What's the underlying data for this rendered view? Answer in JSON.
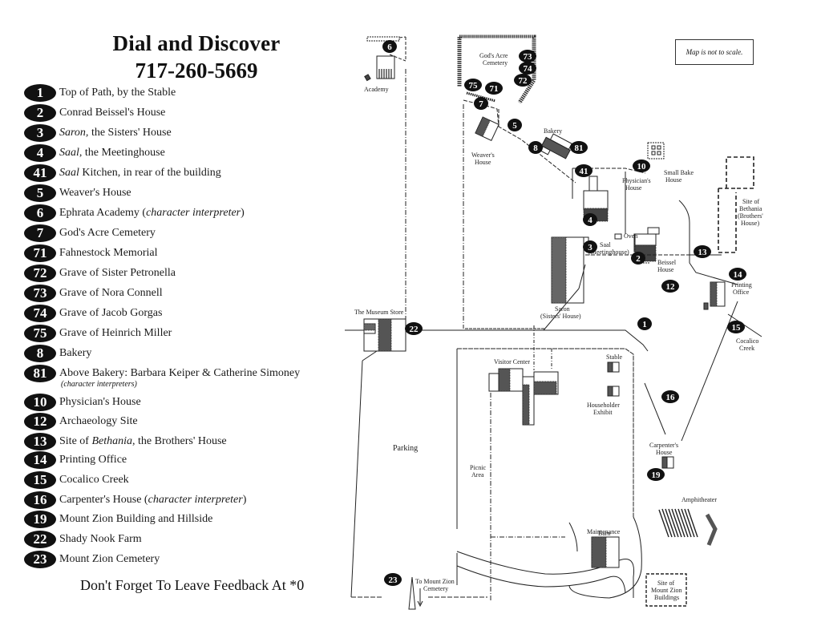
{
  "header": {
    "title": "Dial and Discover",
    "phone": "717-260-5669"
  },
  "legend": [
    {
      "num": "1",
      "pre": "",
      "em": "",
      "text": "Top of Path, by the Stable"
    },
    {
      "num": "2",
      "pre": "",
      "em": "",
      "text": "Conrad Beissel's House"
    },
    {
      "num": "3",
      "pre": "",
      "em": "Saron,",
      "text": " the Sisters' House"
    },
    {
      "num": "4",
      "pre": "",
      "em": "Saal",
      "text": ", the Meetinghouse"
    },
    {
      "num": "41",
      "pre": "",
      "em": "Saal",
      "text": " Kitchen, in rear of the building"
    },
    {
      "num": "5",
      "pre": "",
      "em": "",
      "text": "Weaver's House"
    },
    {
      "num": "6",
      "pre": "Ephrata Academy (",
      "em": "character interpreter",
      "text": ")"
    },
    {
      "num": "7",
      "pre": "",
      "em": "",
      "text": "God's Acre Cemetery"
    },
    {
      "num": "71",
      "pre": "",
      "em": "",
      "text": "Fahnestock Memorial"
    },
    {
      "num": "72",
      "pre": "",
      "em": "",
      "text": "Grave of Sister Petronella"
    },
    {
      "num": "73",
      "pre": "",
      "em": "",
      "text": "Grave of Nora Connell"
    },
    {
      "num": "74",
      "pre": "",
      "em": "",
      "text": "Grave of Jacob Gorgas"
    },
    {
      "num": "75",
      "pre": "",
      "em": "",
      "text": "Grave of Heinrich Miller"
    },
    {
      "num": "8",
      "pre": "",
      "em": "",
      "text": "Bakery"
    },
    {
      "num": "81",
      "pre": "",
      "em": "",
      "text": "Above Bakery: Barbara Keiper & Catherine Simoney",
      "sub": "(character interpreters)"
    },
    {
      "num": "10",
      "pre": "",
      "em": "",
      "text": "Physician's House"
    },
    {
      "num": "12",
      "pre": "",
      "em": "",
      "text": "Archaeology Site"
    },
    {
      "num": "13",
      "pre": "Site of ",
      "em": "Bethania",
      "text": ", the Brothers' House"
    },
    {
      "num": "14",
      "pre": "",
      "em": "",
      "text": "Printing Office"
    },
    {
      "num": "15",
      "pre": "",
      "em": "",
      "text": "Cocalico Creek"
    },
    {
      "num": "16",
      "pre": "Carpenter's House (",
      "em": "character interpreter",
      "text": ")"
    },
    {
      "num": "19",
      "pre": "",
      "em": "",
      "text": "Mount  Zion Building and Hillside"
    },
    {
      "num": "22",
      "pre": "",
      "em": "",
      "text": "Shady Nook Farm"
    },
    {
      "num": "23",
      "pre": "",
      "em": "",
      "text": "Mount Zion Cemetery"
    }
  ],
  "footer": {
    "feedback": "Don't Forget To Leave Feedback At *0"
  },
  "map": {
    "note": "Map is not to scale.",
    "labels": {
      "academy": "Academy",
      "gods_acre_1": "God's Acre",
      "gods_acre_2": "Cemetery",
      "weaver_1": "Weaver's",
      "weaver_2": "House",
      "bakery": "Bakery",
      "physician_1": "Physician's",
      "physician_2": "House",
      "small_bake_1": "Small Bake",
      "small_bake_2": "House",
      "oven": "Oven",
      "saal_1": "Saal",
      "saal_2": "(Meetinghouse)",
      "beissel_1": "Beissel",
      "beissel_2": "House",
      "saron_1": "Saron",
      "saron_2": "(Sisters' House)",
      "bethania_1": "Site of",
      "bethania_2": "Bethania",
      "bethania_3": "(Brothers'",
      "bethania_4": "House)",
      "printing_1": "Printing",
      "printing_2": "Office",
      "cocalico_1": "Cocalico",
      "cocalico_2": "Creek",
      "museum_store": "The Museum Store",
      "visitor_center": "Visitor Center",
      "stable": "Stable",
      "householder_1": "Householder",
      "householder_2": "Exhibit",
      "carpenter_1": "Carpenter's",
      "carpenter_2": "House",
      "parking": "Parking",
      "picnic_1": "Picnic",
      "picnic_2": "Area",
      "amphitheater": "Amphitheater",
      "maintenance_1": "Maintenance",
      "maintenance_2": "Barn",
      "mtzion_site_1": "Site of",
      "mtzion_site_2": "Mount Zion",
      "mtzion_site_3": "Buildings",
      "to_mtzion_1": "To Mount Zion",
      "to_mtzion_2": "Cemetery"
    },
    "markers": [
      {
        "num": "6",
        "id": "academy"
      },
      {
        "num": "73",
        "id": "grave-nora-connell"
      },
      {
        "num": "74",
        "id": "grave-jacob-gorgas"
      },
      {
        "num": "72",
        "id": "grave-sister-petronella"
      },
      {
        "num": "75",
        "id": "grave-heinrich-miller"
      },
      {
        "num": "71",
        "id": "fahnestock-memorial"
      },
      {
        "num": "7",
        "id": "gods-acre-cemetery"
      },
      {
        "num": "5",
        "id": "weavers-house"
      },
      {
        "num": "8",
        "id": "bakery"
      },
      {
        "num": "81",
        "id": "above-bakery"
      },
      {
        "num": "41",
        "id": "saal-kitchen"
      },
      {
        "num": "10",
        "id": "physicians-house"
      },
      {
        "num": "4",
        "id": "saal"
      },
      {
        "num": "3",
        "id": "saron"
      },
      {
        "num": "2",
        "id": "beissel-house"
      },
      {
        "num": "13",
        "id": "bethania"
      },
      {
        "num": "14",
        "id": "printing-office"
      },
      {
        "num": "12",
        "id": "archaeology-site"
      },
      {
        "num": "15",
        "id": "cocalico-creek"
      },
      {
        "num": "1",
        "id": "top-of-path"
      },
      {
        "num": "22",
        "id": "shady-nook-farm"
      },
      {
        "num": "16",
        "id": "carpenters-house"
      },
      {
        "num": "19",
        "id": "mount-zion-building"
      },
      {
        "num": "23",
        "id": "mount-zion-cemetery"
      }
    ]
  }
}
